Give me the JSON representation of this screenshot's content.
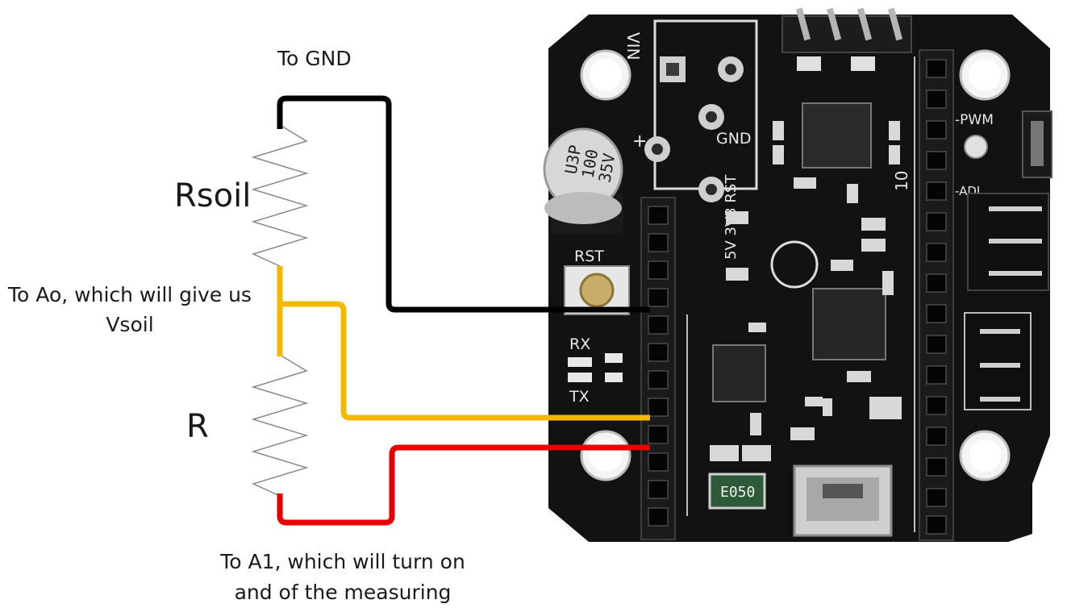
{
  "labels": {
    "to_gnd": "To GND",
    "rsoil": "Rsoil",
    "r": "R",
    "to_a0_line1": "To Ao, which will give us",
    "to_a0_line2": "Vsoil",
    "to_a1_line1": "To A1, which will turn on",
    "to_a1_line2": "and of the measuring"
  },
  "board": {
    "vin": "VIN",
    "gnd": "GND",
    "plus": "+",
    "rst": "RST",
    "rx": "RX",
    "tx": "TX",
    "power_header": "5V 3V3 RST",
    "capacitor": [
      "U3P",
      "100",
      "35V"
    ],
    "fuse": "E050",
    "pwm": "-PWM",
    "mod": "-ADJ",
    "num": "10"
  },
  "colors": {
    "wire_gnd": "#000000",
    "wire_a0": "#f5b800",
    "wire_a1": "#e60000",
    "resistor": "#888888",
    "pcb": "#121212"
  }
}
